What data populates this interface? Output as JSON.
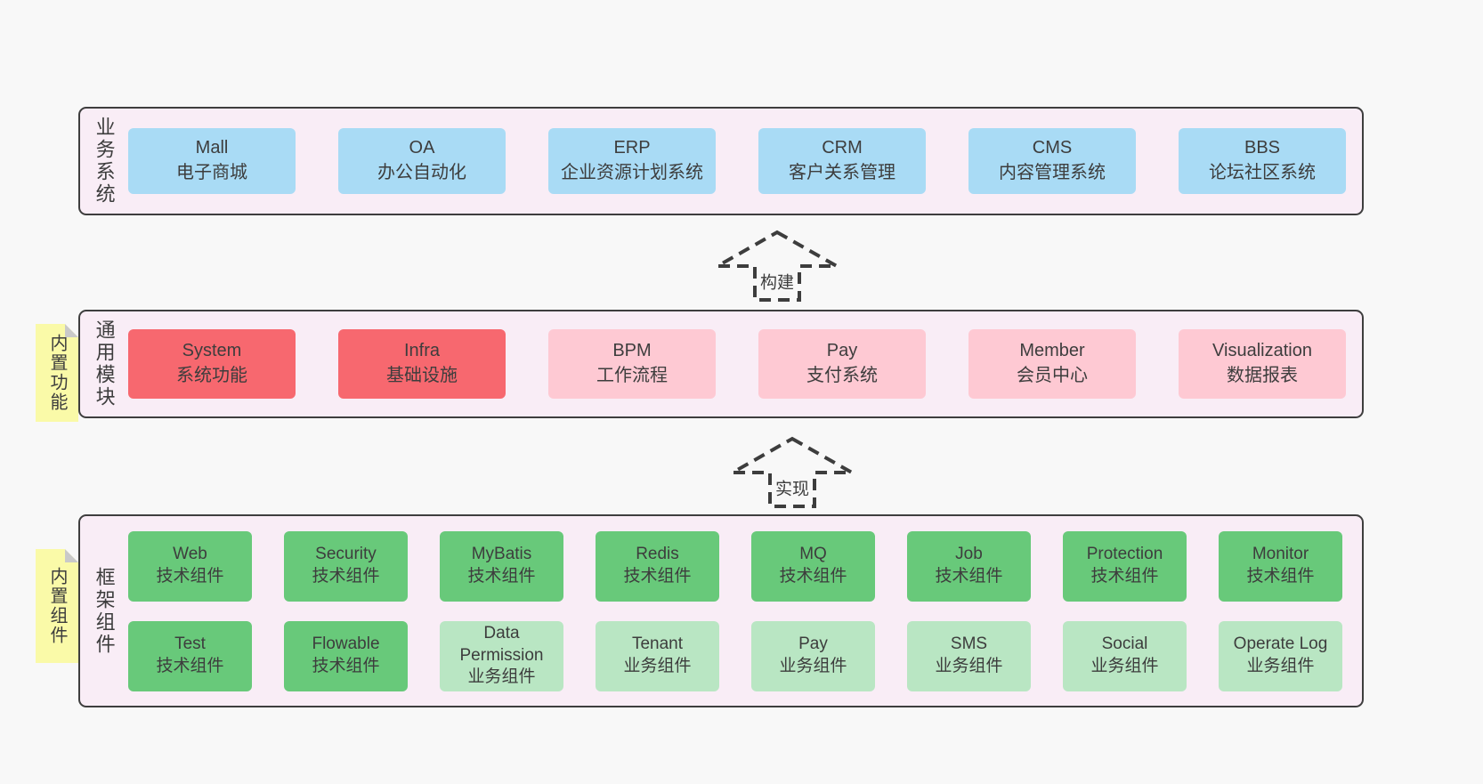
{
  "colors": {
    "page_bg": "#f8f8f8",
    "band_bg": "#f9edf6",
    "band_border": "#3e3e3e",
    "box_blue": "#a9dbf5",
    "box_red": "#f7686f",
    "box_pink": "#fec9d3",
    "box_green": "#68c97a",
    "box_green_light": "#b9e6c3",
    "sticky_yellow": "#fafaa8",
    "sticky_fold": "#c9c9c9",
    "text": "#3d3d3d"
  },
  "arrows": [
    {
      "label": "构建"
    },
    {
      "label": "实现"
    }
  ],
  "stickies": [
    {
      "label": "内置功能"
    },
    {
      "label": "内置组件"
    }
  ],
  "bands": [
    {
      "label": "业务系统",
      "rows": [
        [
          {
            "title": "Mall",
            "desc": "电子商城",
            "style": "blue"
          },
          {
            "title": "OA",
            "desc": "办公自动化",
            "style": "blue"
          },
          {
            "title": "ERP",
            "desc": "企业资源计划系统",
            "style": "blue"
          },
          {
            "title": "CRM",
            "desc": "客户关系管理",
            "style": "blue"
          },
          {
            "title": "CMS",
            "desc": "内容管理系统",
            "style": "blue"
          },
          {
            "title": "BBS",
            "desc": "论坛社区系统",
            "style": "blue"
          }
        ]
      ]
    },
    {
      "label": "通用模块",
      "rows": [
        [
          {
            "title": "System",
            "desc": "系统功能",
            "style": "red"
          },
          {
            "title": "Infra",
            "desc": "基础设施",
            "style": "red"
          },
          {
            "title": "BPM",
            "desc": "工作流程",
            "style": "pink"
          },
          {
            "title": "Pay",
            "desc": "支付系统",
            "style": "pink"
          },
          {
            "title": "Member",
            "desc": "会员中心",
            "style": "pink"
          },
          {
            "title": "Visualization",
            "desc": "数据报表",
            "style": "pink"
          }
        ]
      ]
    },
    {
      "label": "框架组件",
      "rows": [
        [
          {
            "title": "Web",
            "desc": "技术组件",
            "style": "green"
          },
          {
            "title": "Security",
            "desc": "技术组件",
            "style": "green"
          },
          {
            "title": "MyBatis",
            "desc": "技术组件",
            "style": "green"
          },
          {
            "title": "Redis",
            "desc": "技术组件",
            "style": "green"
          },
          {
            "title": "MQ",
            "desc": "技术组件",
            "style": "green"
          },
          {
            "title": "Job",
            "desc": "技术组件",
            "style": "green"
          },
          {
            "title": "Protection",
            "desc": "技术组件",
            "style": "green"
          },
          {
            "title": "Monitor",
            "desc": "技术组件",
            "style": "green"
          }
        ],
        [
          {
            "title": "Test",
            "desc": "技术组件",
            "style": "green"
          },
          {
            "title": "Flowable",
            "desc": "技术组件",
            "style": "green"
          },
          {
            "title": "Data Permission",
            "desc": "业务组件",
            "style": "green-light"
          },
          {
            "title": "Tenant",
            "desc": "业务组件",
            "style": "green-light"
          },
          {
            "title": "Pay",
            "desc": "业务组件",
            "style": "green-light"
          },
          {
            "title": "SMS",
            "desc": "业务组件",
            "style": "green-light"
          },
          {
            "title": "Social",
            "desc": "业务组件",
            "style": "green-light"
          },
          {
            "title": "Operate Log",
            "desc": "业务组件",
            "style": "green-light"
          }
        ]
      ]
    }
  ]
}
